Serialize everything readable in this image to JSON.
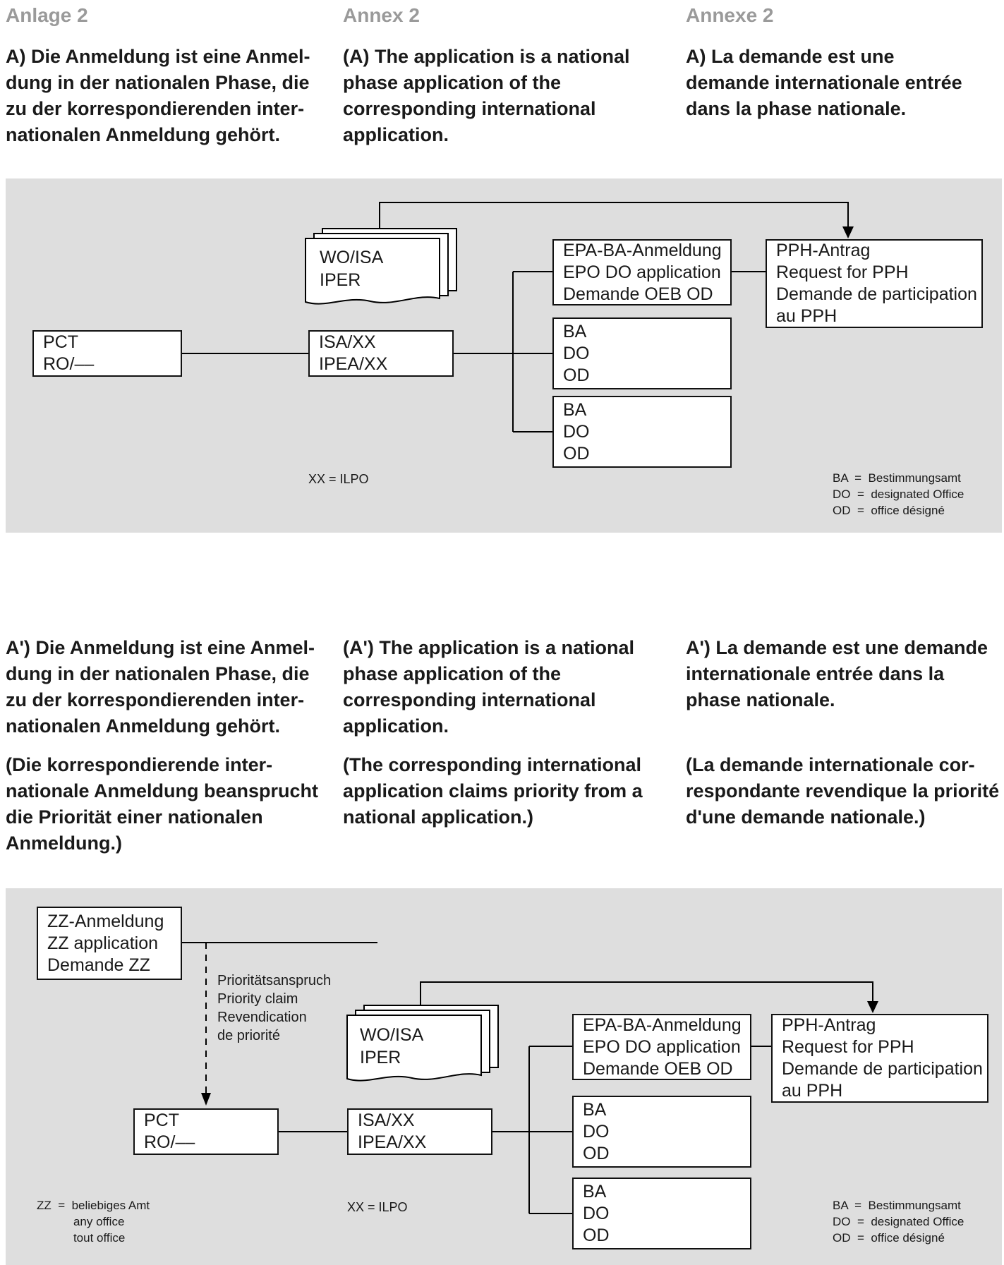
{
  "headers": {
    "de": "Anlage 2",
    "en": "Annex 2",
    "fr": "Annexe 2"
  },
  "paragraphs": {
    "a": {
      "de": "A) Die Anmeldung ist eine Anmel-\ndung in der nationalen Phase, die\nzu der korrespondierenden inter-\nnationalen Anmeldung gehört.",
      "en": "(A) The application is a national\nphase application of the\ncorresponding international\napplication.",
      "fr": "A) La demande est une\ndemande internationale entrée\ndans la phase nationale."
    },
    "a_prime": {
      "de": "A') Die Anmeldung ist eine Anmel-\ndung in der nationalen Phase, die\nzu der korrespondierenden inter-\nnationalen Anmeldung gehört.",
      "en": "(A') The application is a national\nphase application of the\ncorresponding international\napplication.",
      "fr": "A') La demande est une demande\ninternationale entrée dans la\nphase nationale."
    },
    "a_prime_note": {
      "de": "(Die korrespondierende inter-\nnationale Anmeldung beansprucht\ndie Priorität einer nationalen\nAnmeldung.)",
      "en": "(The corresponding international\napplication claims priority from a\nnational application.)",
      "fr": "(La demande internationale cor-\nrespondante revendique la priorité\nd'une demande nationale.)"
    }
  },
  "diagram1": {
    "wo_isa": "WO/ISA\nIPER",
    "pct": "PCT\nRO/––",
    "isa": "ISA/XX\nIPEA/XX",
    "epa": "EPA-BA-Anmeldung\nEPO DO application\nDemande OEB OD",
    "pph": "PPH-Antrag\nRequest for PPH\nDemande de participation\nau PPH",
    "ba1": "BA\nDO\nOD",
    "ba2": "BA\nDO\nOD",
    "legend_xx": "XX = ILPO",
    "legend_right": "BA  =  Bestimmungsamt\nDO  =  designated Office\nOD  =  office désigné"
  },
  "diagram2": {
    "zz": "ZZ-Anmeldung\nZZ application\nDemande ZZ",
    "priority": "Prioritätsanspruch\nPriority claim\nRevendication\nde priorité",
    "wo_isa": "WO/ISA\nIPER",
    "pct": "PCT\nRO/––",
    "isa": "ISA/XX\nIPEA/XX",
    "epa": "EPA-BA-Anmeldung\nEPO DO application\nDemande OEB OD",
    "pph": "PPH-Antrag\nRequest for PPH\nDemande de participation\nau PPH",
    "ba1": "BA\nDO\nOD",
    "ba2": "BA\nDO\nOD",
    "legend_zz": "ZZ  =  beliebiges Amt\n           any office\n           tout office",
    "legend_xx": "XX = ILPO",
    "legend_right": "BA  =  Bestimmungsamt\nDO  =  designated Office\nOD  =  office désigné"
  },
  "colors": {
    "band_gray": "#dedede",
    "heading_gray": "#9a9a9a",
    "text": "#1a1a1a"
  }
}
